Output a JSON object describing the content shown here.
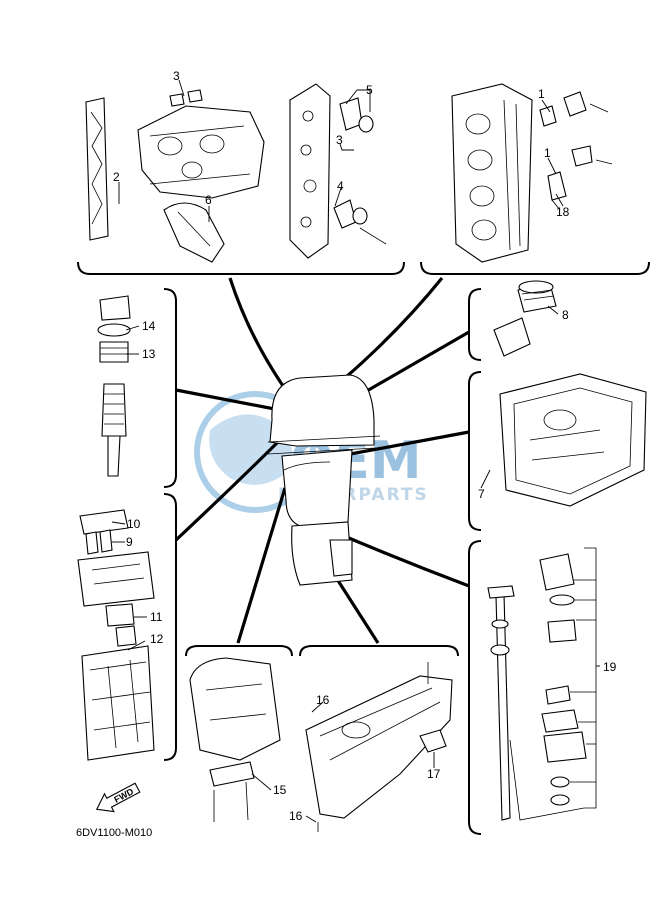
{
  "diagram_code": "6DV1100-M010",
  "fwd_label": "FWD",
  "watermark": {
    "brand": "OEM",
    "sub": "MOTORPARTS",
    "color": "#4a90c8"
  },
  "callouts": [
    "1",
    "1",
    "2",
    "3",
    "3",
    "4",
    "5",
    "6",
    "7",
    "8",
    "9",
    "10",
    "11",
    "12",
    "13",
    "14",
    "15",
    "16",
    "16",
    "17",
    "18",
    "19"
  ]
}
